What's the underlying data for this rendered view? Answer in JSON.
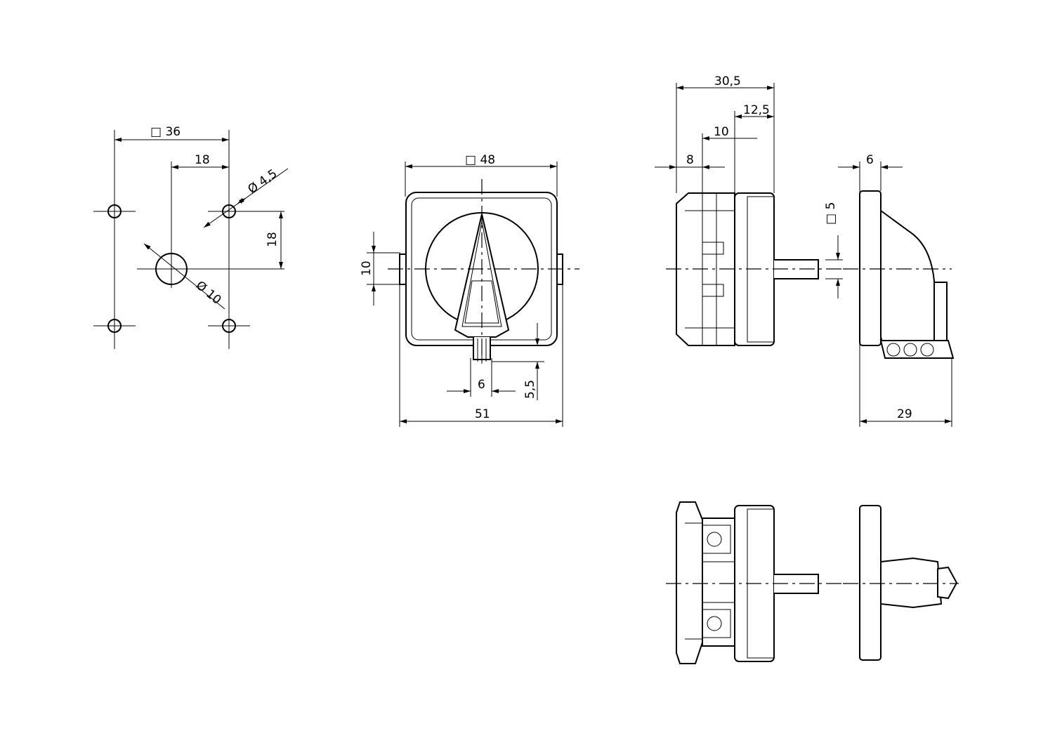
{
  "drawing": {
    "mounting_pattern": {
      "dim_square_size": "□ 36",
      "dim_hole_offset_horizontal": "18",
      "dim_hole_diameter": "Ø 4,5",
      "dim_hole_offset_vertical": "18",
      "dim_center_hole_diameter": "Ø 10"
    },
    "front_view": {
      "dim_square_size": "□ 48",
      "dim_tab_height": "10",
      "dim_pointer_width": "6",
      "dim_pointer_overhang": "5,5",
      "dim_overall_width": "51"
    },
    "side_view": {
      "dim_overall_depth": "30,5",
      "dim_front_depth": "12,5",
      "dim_mid_depth": "10",
      "dim_rear_depth": "8",
      "dim_knob_depth": "6",
      "dim_shaft_square": "□ 5",
      "dim_knob_height": "29"
    }
  }
}
